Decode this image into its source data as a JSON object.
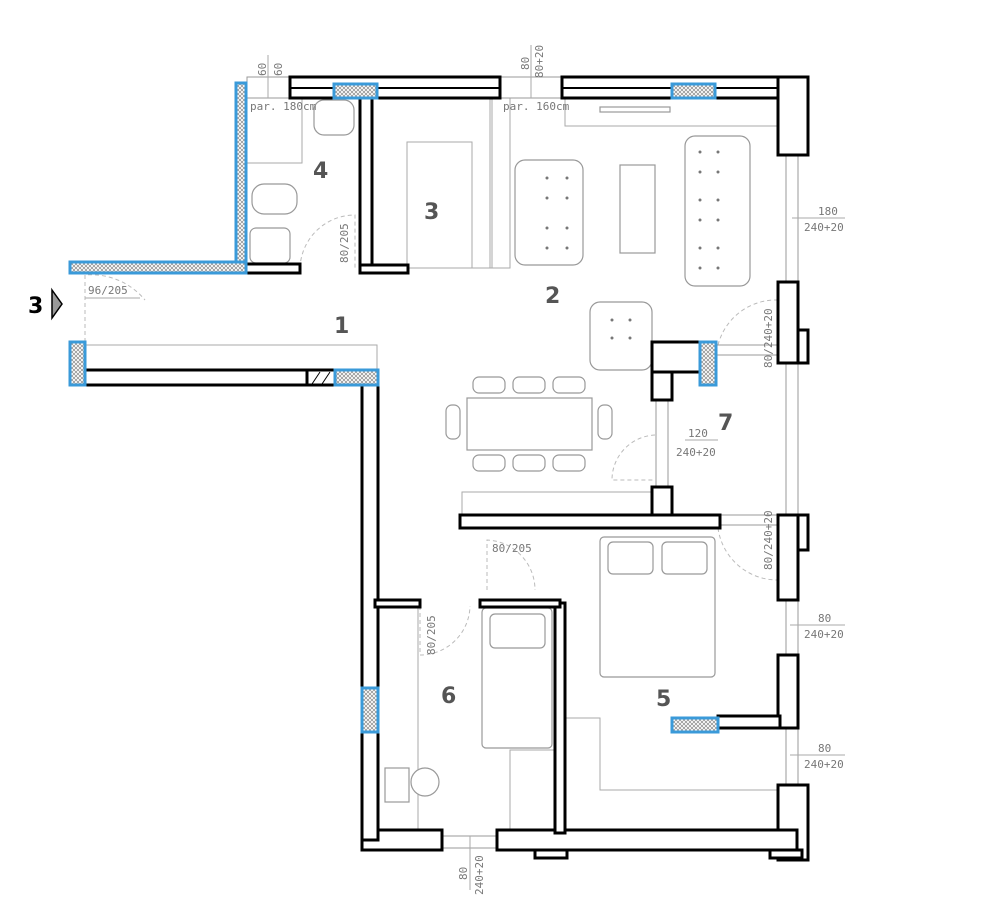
{
  "plan": {
    "rooms": [
      "1",
      "2",
      "3",
      "4",
      "5",
      "6",
      "7"
    ],
    "section_marker": "3",
    "dims": {
      "bath_window_w": "60",
      "bath_window_h": "60",
      "bath_parapet": "par. 180cm",
      "top_window_w": "80",
      "top_window_h": "80+20",
      "top_parapet": "par. 160cm",
      "living_window_w": "180",
      "living_window_h": "240+20",
      "bath_door": "80/205",
      "entry_door": "96/205",
      "balcony_door_upper": "80/240+20",
      "balcony_door_lower": "80/240+20",
      "loggia_window_w": "120",
      "loggia_window_h": "240+20",
      "room6_door_top": "80/205",
      "room6_door_side": "80/205",
      "bed5_window1_w": "80",
      "bed5_window1_h": "240+20",
      "bed5_window2_w": "80",
      "bed5_window2_h": "240+20",
      "room6_window_w": "80",
      "room6_window_h": "240+20"
    },
    "colors": {
      "wall": "#000000",
      "column_outline": "#3a9ad9",
      "furniture": "#999999"
    }
  }
}
